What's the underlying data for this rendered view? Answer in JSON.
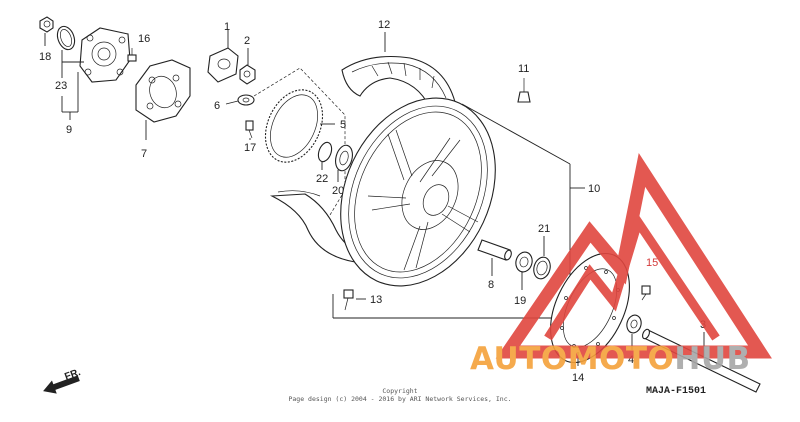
{
  "part_labels": {
    "p1": "1",
    "p2": "2",
    "p3": "3",
    "p4": "4",
    "p5": "5",
    "p6": "6",
    "p7": "7",
    "p8": "8",
    "p9": "9",
    "p10": "10",
    "p11": "11",
    "p12": "12",
    "p13": "13",
    "p14": "14",
    "p15": "15",
    "p16": "16",
    "p17": "17",
    "p18": "18",
    "p19": "19",
    "p20": "20",
    "p21": "21",
    "p22": "22",
    "p23": "23"
  },
  "direction_label": "FR.",
  "diagram_code": "MAJA-F1501",
  "copyright": {
    "line1": "Copyright",
    "line2": "Page design (c) 2004 - 2016 by ARI Network Services, Inc."
  },
  "watermark": {
    "text_a": "AUTOMOTO",
    "text_b": "HUB",
    "colors": {
      "orange": "#f4a13a",
      "grey": "#a7a7a7",
      "red": "#e0463f"
    }
  }
}
